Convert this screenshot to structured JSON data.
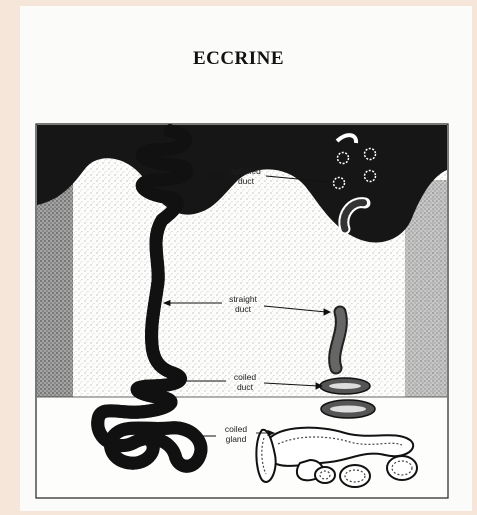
{
  "title": "ECCRINE",
  "labels": {
    "spiraled": [
      "spiraled",
      "duct"
    ],
    "straight": [
      "straight",
      "duct"
    ],
    "coiled_duct": [
      "coiled",
      "duct"
    ],
    "coiled_gland": [
      "coiled",
      "gland"
    ]
  }
}
